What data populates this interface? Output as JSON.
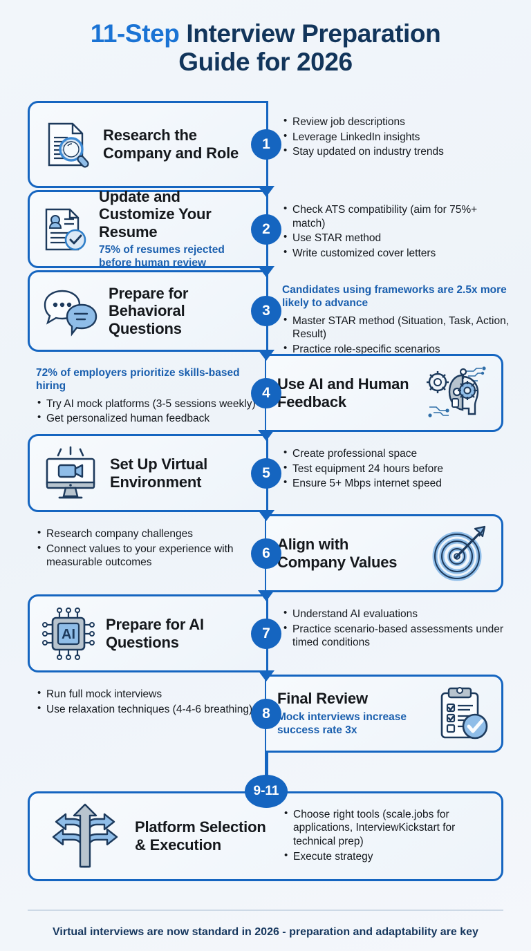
{
  "header": {
    "title_accent": "11-Step",
    "title_rest": " Interview Preparation",
    "title_line2": "Guide for 2026"
  },
  "colors": {
    "primary_blue": "#1565c0",
    "accent_blue": "#1a73d4",
    "dark_navy": "#12355b",
    "icon_fill": "#7fb3e6",
    "background": "#f2f6fa"
  },
  "steps": [
    {
      "number": "1",
      "card_side": "left",
      "icon": "document-magnifier-icon",
      "title": "Research the Company and Role",
      "subtitle": "",
      "stat": "",
      "bullets": [
        "Review job descriptions",
        "Leverage LinkedIn insights",
        "Stay updated on industry trends"
      ]
    },
    {
      "number": "2",
      "card_side": "left",
      "icon": "resume-check-icon",
      "title": "Update and Customize Your Resume",
      "subtitle": "75% of resumes rejected before human review",
      "stat": "",
      "bullets": [
        "Check ATS compatibility (aim for 75%+ match)",
        "Use STAR method",
        "Write customized cover letters"
      ]
    },
    {
      "number": "3",
      "card_side": "left",
      "icon": "speech-bubbles-icon",
      "title": "Prepare for Behavioral Questions",
      "subtitle": "",
      "stat": "Candidates using frameworks are 2.5x more likely to advance",
      "bullets": [
        "Master STAR method (Situation, Task, Action, Result)",
        "Practice role-specific scenarios"
      ]
    },
    {
      "number": "4",
      "card_side": "right",
      "icon": "ai-human-head-icon",
      "title": "Use AI and Human Feedback",
      "subtitle": "",
      "stat": "72% of employers prioritize skills-based hiring",
      "bullets": [
        "Try AI mock platforms (3-5 sessions weekly)",
        "Get personalized human feedback"
      ]
    },
    {
      "number": "5",
      "card_side": "left",
      "icon": "video-monitor-icon",
      "title": "Set Up Virtual Environment",
      "subtitle": "",
      "stat": "",
      "bullets": [
        "Create professional space",
        "Test equipment 24 hours before",
        "Ensure 5+ Mbps internet speed"
      ]
    },
    {
      "number": "6",
      "card_side": "right",
      "icon": "target-arrow-icon",
      "title": "Align with Company Values",
      "subtitle": "",
      "stat": "",
      "bullets": [
        "Research company challenges",
        "Connect values to your experience with measurable outcomes"
      ]
    },
    {
      "number": "7",
      "card_side": "left",
      "icon": "ai-chip-icon",
      "title": "Prepare for AI Questions",
      "subtitle": "",
      "stat": "",
      "bullets": [
        "Understand AI evaluations",
        "Practice scenario-based assessments under timed conditions"
      ]
    },
    {
      "number": "8",
      "card_side": "right",
      "icon": "clipboard-check-icon",
      "title": "Final Review",
      "subtitle": "Mock interviews increase success rate 3x",
      "stat": "",
      "bullets": [
        "Run full mock interviews",
        "Use relaxation techniques (4-4-6 breathing)"
      ]
    }
  ],
  "final_step": {
    "number": "9-11",
    "icon": "multi-direction-arrows-icon",
    "title": "Platform Selection & Execution",
    "bullets": [
      "Choose right tools (scale.jobs for applications, InterviewKickstart for technical prep)",
      "Execute strategy"
    ]
  },
  "footer": {
    "text": "Virtual interviews are now standard in 2026 - preparation and adaptability are key"
  }
}
